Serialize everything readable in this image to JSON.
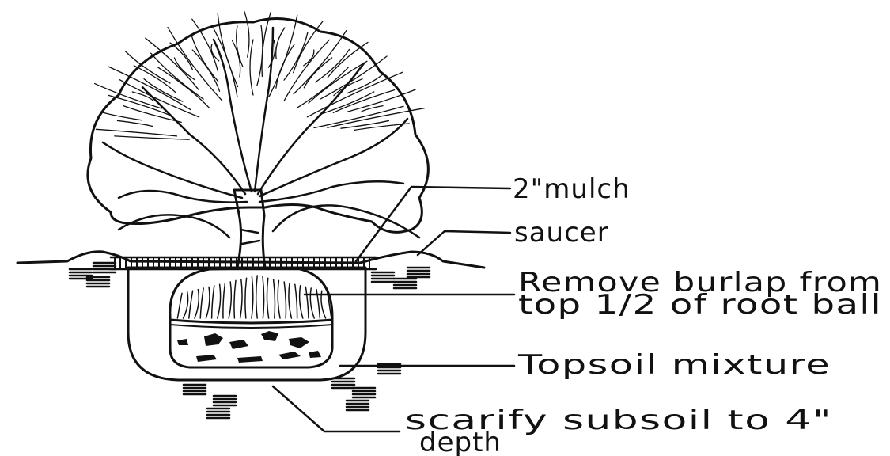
{
  "diagram": {
    "ink_color": "#111111",
    "paper_color": "#ffffff",
    "labels": {
      "mulch": "2\"mulch",
      "saucer": "saucer",
      "burlap_line1": "Remove burlap from",
      "burlap_line2": "top 1/2 of root ball",
      "topsoil": "Topsoil mixture",
      "scarify_line1": "scarify subsoil to 4\"",
      "scarify_line2": "depth"
    }
  }
}
